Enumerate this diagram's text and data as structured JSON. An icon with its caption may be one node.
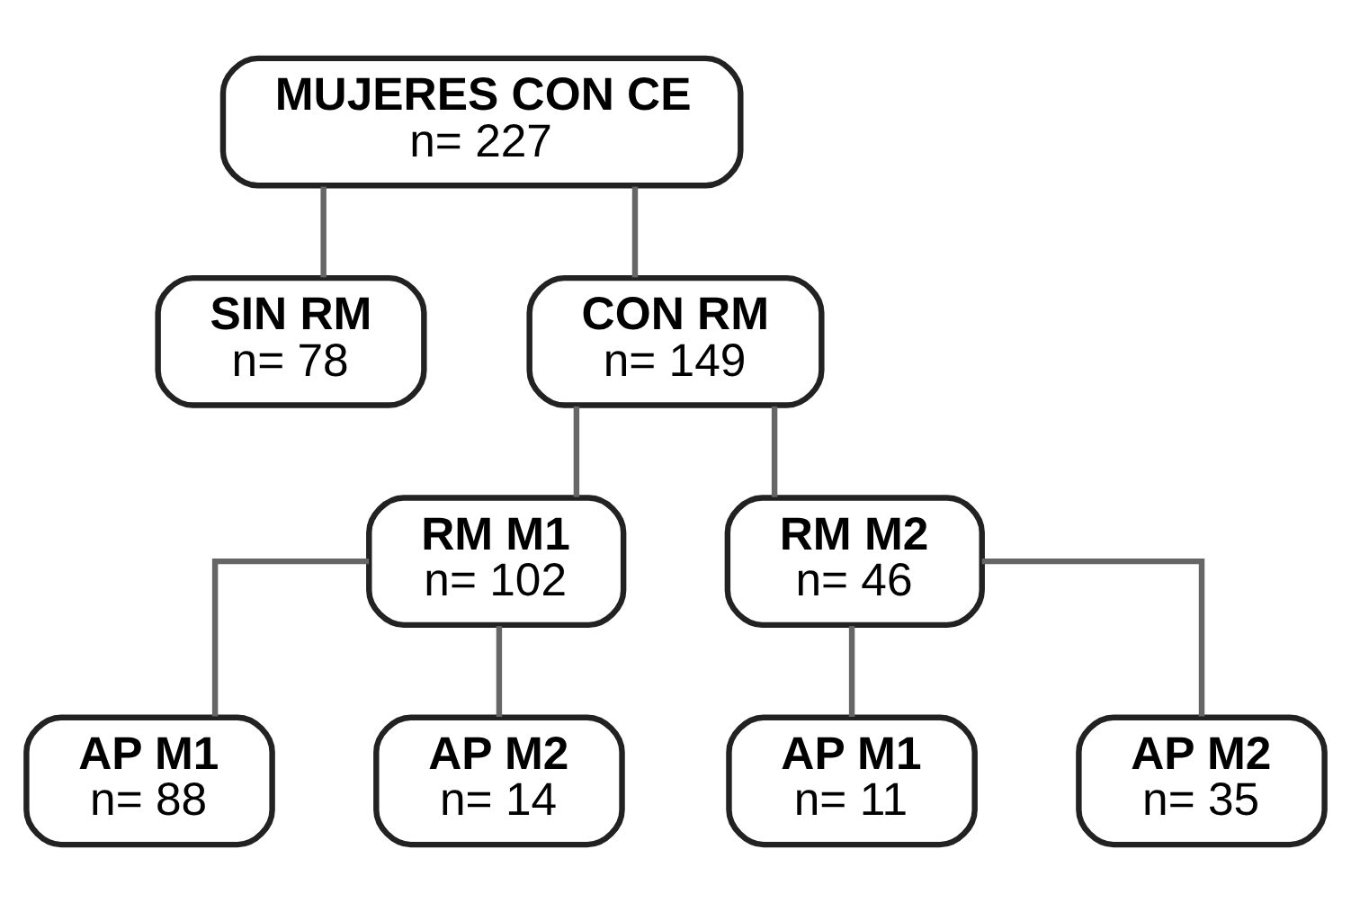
{
  "diagram": {
    "nodes": [
      {
        "text": [
          "MUJERES CON CE",
          "n= 227"
        ]
      },
      {
        "text": [
          "SIN RM",
          "n= 78"
        ]
      },
      {
        "text": [
          "CON RM",
          "n= 149"
        ]
      },
      {
        "text": [
          "RM M1",
          "n= 102"
        ]
      },
      {
        "text": [
          "RM M2",
          "n= 46"
        ]
      },
      {
        "text": [
          "AP M1",
          "n= 88"
        ]
      },
      {
        "text": [
          "AP M2",
          "n= 14"
        ]
      },
      {
        "text": [
          "AP M1",
          "n= 11"
        ]
      },
      {
        "text": [
          "AP M2",
          "n= 35"
        ]
      }
    ],
    "edges": [
      {
        "from": 0,
        "to": 1,
        "arrow": "none"
      },
      {
        "from": 0,
        "to": 2,
        "arrow": "none"
      },
      {
        "from": 2,
        "to": 3,
        "arrow": "none"
      },
      {
        "from": 2,
        "to": 4,
        "arrow": "none"
      },
      {
        "from": 3,
        "to": 5,
        "arrow": "none"
      },
      {
        "from": 3,
        "to": 6,
        "arrow": "none"
      },
      {
        "from": 4,
        "to": 7,
        "arrow": "none"
      },
      {
        "from": 4,
        "to": 8,
        "arrow": "none"
      }
    ]
  }
}
